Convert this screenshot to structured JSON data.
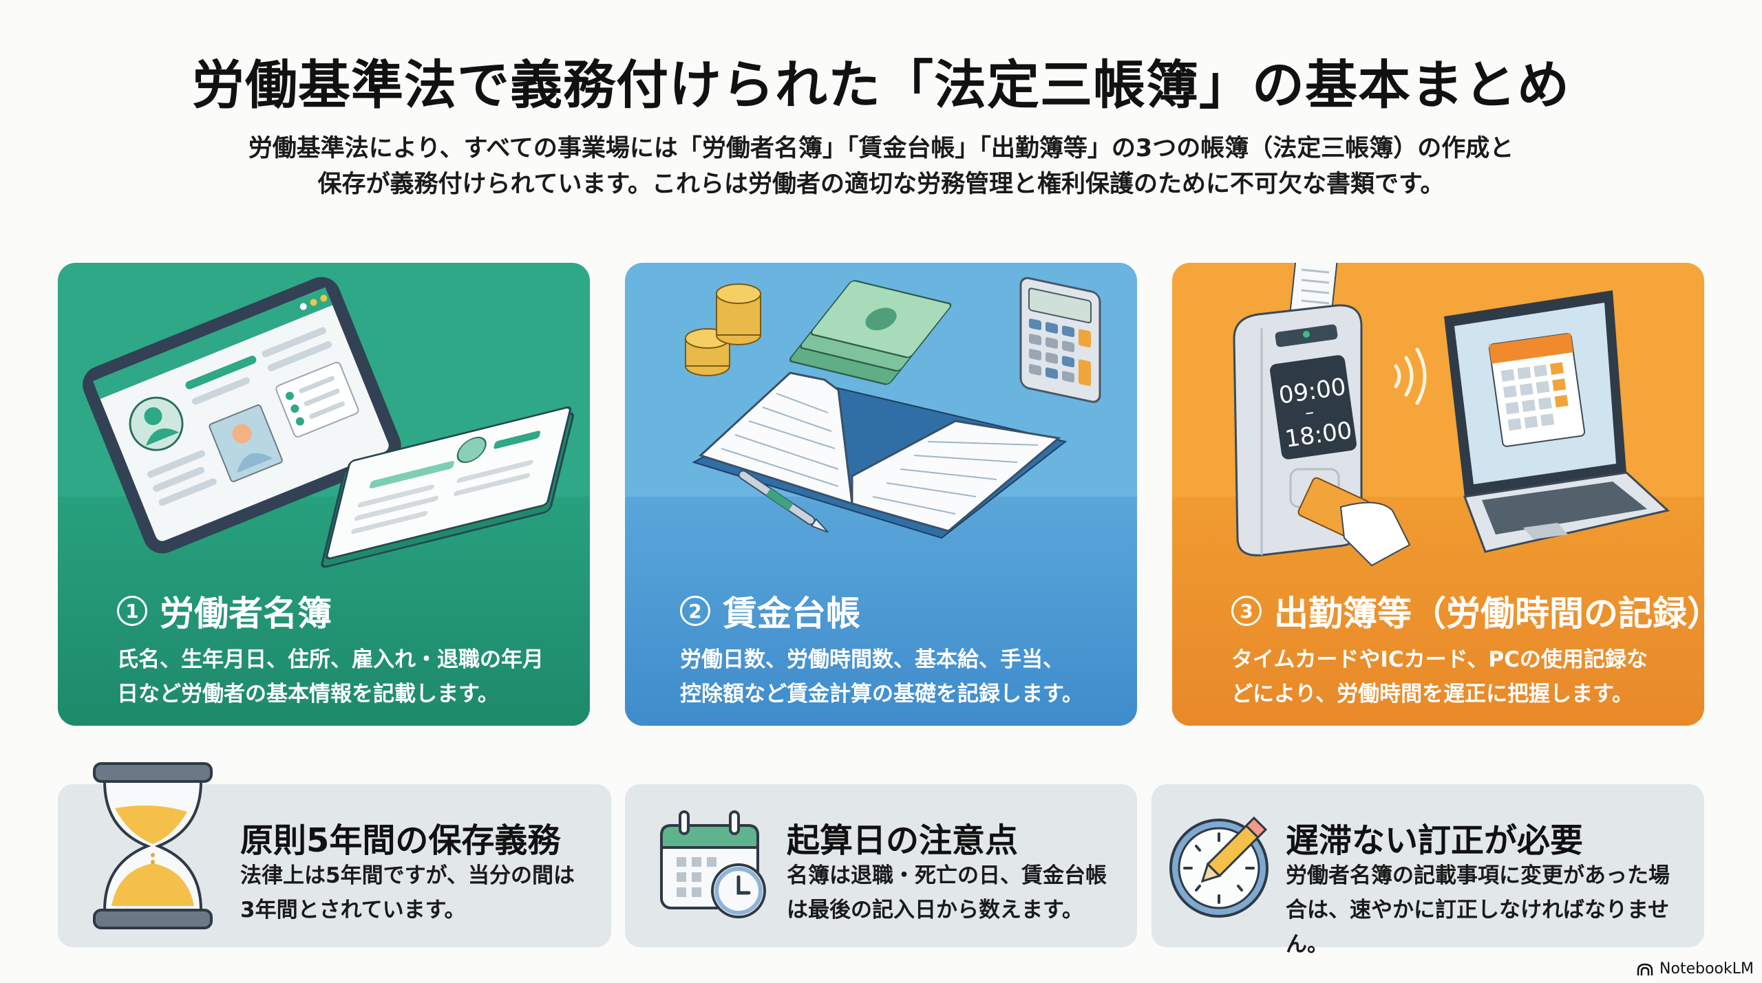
{
  "header": {
    "title": "労働基準法で義務付けられた「法定三帳簿」の基本まとめ",
    "subtitle_line1": "労働基準法により、すべての事業場には「労働者名簿」「賃金台帳」「出勤簿等」の3つの帳簿（法定三帳簿）の作成と",
    "subtitle_line2": "保存が義務付けられています。これらは労働者の適切な労務管理と権利保護のために不可欠な書類です。"
  },
  "cards": [
    {
      "number": "1",
      "title": "労働者名簿",
      "desc_line1": "氏名、生年月日、住所、雇入れ・退職の年月",
      "desc_line2": "日など労働者の基本情報を記載します。",
      "icon": "tablet-and-register-book-icon",
      "color_top": "#2ea886",
      "color_bottom": "#1e8a6a"
    },
    {
      "number": "2",
      "title": "賃金台帳",
      "desc_line1": "労働日数、労働時間数、基本給、手当、",
      "desc_line2": "控除額など賃金計算の基礎を記録します。",
      "icon": "ledger-coins-cash-calculator-icon",
      "color_top": "#6ab4e0",
      "color_bottom": "#3f8ccc"
    },
    {
      "number": "3",
      "title": "出勤簿等（労働時間の記録）",
      "desc_line1": "タイムカードやICカード、PCの使用記録な",
      "desc_line2": "どにより、労働時間を遅正に把握します。",
      "icon": "time-clock-and-laptop-icon",
      "clock_in": "09:00",
      "clock_sep": "–",
      "clock_out": "18:00",
      "color_top": "#f5a53a",
      "color_bottom": "#e8892a"
    }
  ],
  "notes": [
    {
      "title": "原則5年間の保存義務",
      "desc_line1": "法律上は5年間ですが、当分の間は",
      "desc_line2": "3年間とされています。",
      "icon": "hourglass-icon"
    },
    {
      "title": "起算日の注意点",
      "desc_line1": "名簿は退職・死亡の日、賃金台帳",
      "desc_line2": "は最後の記入日から数えます。",
      "icon": "calendar-clock-icon"
    },
    {
      "title": "遅滞ない訂正が必要",
      "desc_line1": "労働者名簿の記載事項に変更があった場",
      "desc_line2": "合は、速やかに訂正しなければなりません。",
      "icon": "clock-pencil-icon"
    }
  ],
  "footer": {
    "brand": "NotebookLM",
    "brand_icon": "notebooklm-logo-icon"
  }
}
